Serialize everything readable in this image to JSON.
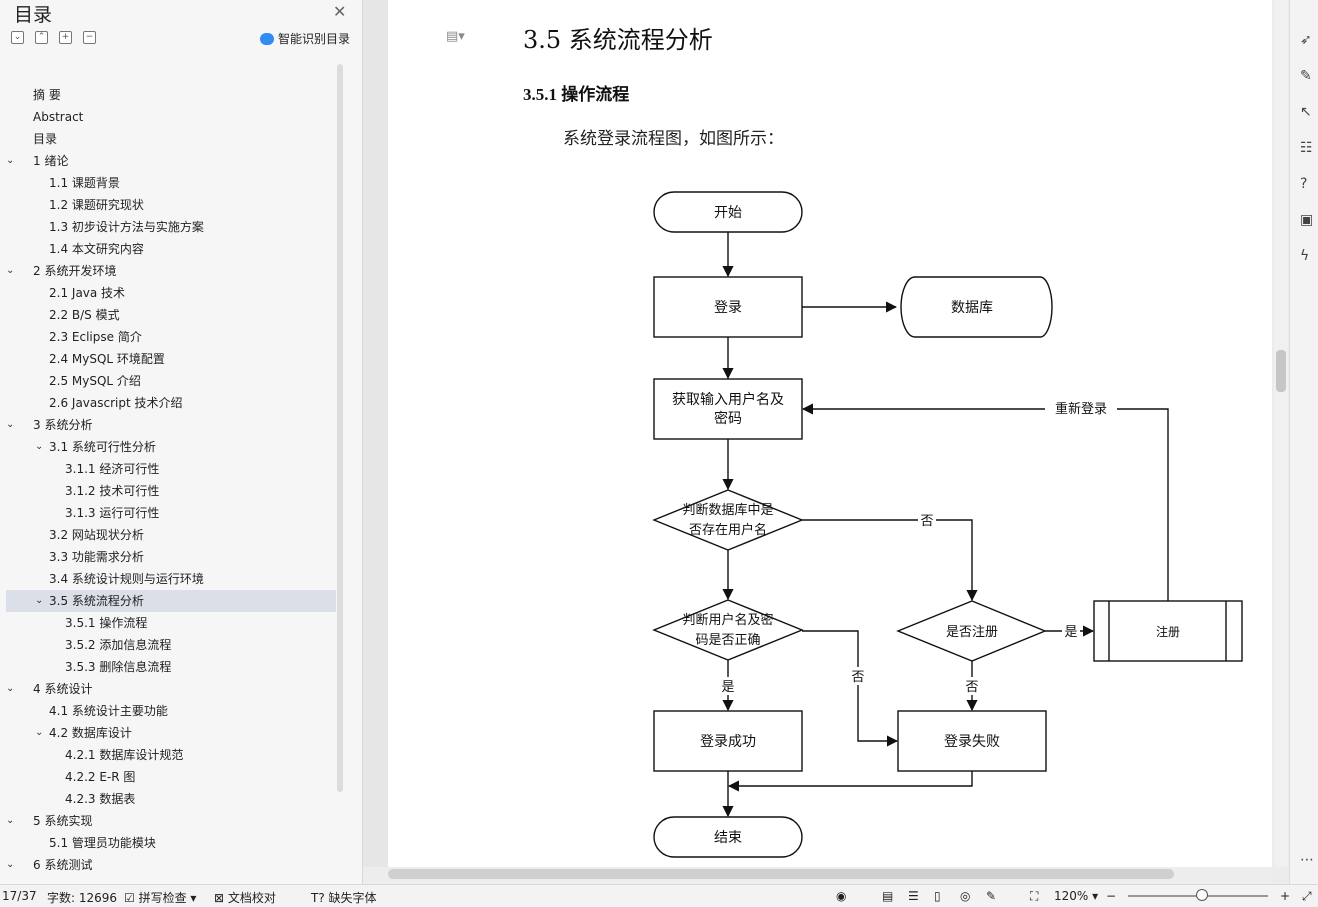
{
  "toc": {
    "title": "目录",
    "smart_label": "智能识别目录",
    "items": [
      {
        "label": "摘  要",
        "level": 0,
        "chev": false
      },
      {
        "label": "Abstract",
        "level": 0,
        "chev": false
      },
      {
        "label": "目录",
        "level": 0,
        "chev": false
      },
      {
        "label": "1  绪论",
        "level": 0,
        "chev": true
      },
      {
        "label": "1.1  课题背景",
        "level": 1,
        "chev": false
      },
      {
        "label": "1.2  课题研究现状",
        "level": 1,
        "chev": false
      },
      {
        "label": "1.3  初步设计方法与实施方案",
        "level": 1,
        "chev": false
      },
      {
        "label": "1.4  本文研究内容",
        "level": 1,
        "chev": false
      },
      {
        "label": "2  系统开发环境",
        "level": 0,
        "chev": true
      },
      {
        "label": "2.1 Java 技术",
        "level": 1,
        "chev": false
      },
      {
        "label": "2.2 B/S 模式",
        "level": 1,
        "chev": false
      },
      {
        "label": "2.3 Eclipse 简介",
        "level": 1,
        "chev": false
      },
      {
        "label": "2.4 MySQL 环境配置",
        "level": 1,
        "chev": false
      },
      {
        "label": "2.5 MySQL  介绍",
        "level": 1,
        "chev": false
      },
      {
        "label": "2.6 Javascript 技术介绍",
        "level": 1,
        "chev": false
      },
      {
        "label": "3  系统分析",
        "level": 0,
        "chev": true
      },
      {
        "label": "3.1  系统可行性分析",
        "level": 1,
        "chev": true
      },
      {
        "label": "3.1.1  经济可行性",
        "level": 2,
        "chev": false
      },
      {
        "label": "3.1.2  技术可行性",
        "level": 2,
        "chev": false
      },
      {
        "label": "3.1.3  运行可行性",
        "level": 2,
        "chev": false
      },
      {
        "label": "3.2  网站现状分析",
        "level": 1,
        "chev": false
      },
      {
        "label": "3.3  功能需求分析",
        "level": 1,
        "chev": false
      },
      {
        "label": "3.4  系统设计规则与运行环境",
        "level": 1,
        "chev": false
      },
      {
        "label": "3.5 系统流程分析",
        "level": 1,
        "chev": true,
        "selected": true
      },
      {
        "label": "3.5.1 操作流程",
        "level": 2,
        "chev": false
      },
      {
        "label": "3.5.2 添加信息流程",
        "level": 2,
        "chev": false
      },
      {
        "label": "3.5.3 删除信息流程",
        "level": 2,
        "chev": false
      },
      {
        "label": "4  系统设计",
        "level": 0,
        "chev": true
      },
      {
        "label": "4.1  系统设计主要功能",
        "level": 1,
        "chev": false
      },
      {
        "label": "4.2  数据库设计",
        "level": 1,
        "chev": true
      },
      {
        "label": "4.2.1  数据库设计规范",
        "level": 2,
        "chev": false
      },
      {
        "label": "4.2.2 E-R 图",
        "level": 2,
        "chev": false
      },
      {
        "label": "4.2.3  数据表",
        "level": 2,
        "chev": false
      },
      {
        "label": "5  系统实现",
        "level": 0,
        "chev": true
      },
      {
        "label": "5.1    管理员功能模块",
        "level": 1,
        "chev": false
      },
      {
        "label": "6  系统测试",
        "level": 0,
        "chev": true
      }
    ]
  },
  "doc": {
    "heading": "3.5 系统流程分析",
    "subheading": "3.5.1 操作流程",
    "paragraph": "系统登录流程图，如图所示："
  },
  "flow": {
    "start": "开始",
    "login": "登录",
    "db": "数据库",
    "get_input_1": "获取输入用户名及",
    "get_input_2": "密码",
    "relogin": "重新登录",
    "judge_db_1": "判断数据库中是",
    "judge_db_2": "否存在用户名",
    "no1": "否",
    "judge_pwd_1": "判断用户名及密",
    "judge_pwd_2": "码是否正确",
    "register_q": "是否注册",
    "yes1": "是",
    "register": "注册",
    "yes2": "是",
    "no2": "否",
    "no3": "否",
    "success": "登录成功",
    "fail": "登录失败",
    "end": "结束"
  },
  "status": {
    "page": "17/37",
    "wordcount": "字数: 12696",
    "spell": "拼写检查",
    "proof": "文档校对",
    "missing_font": "缺失字体",
    "zoom": "120%"
  }
}
